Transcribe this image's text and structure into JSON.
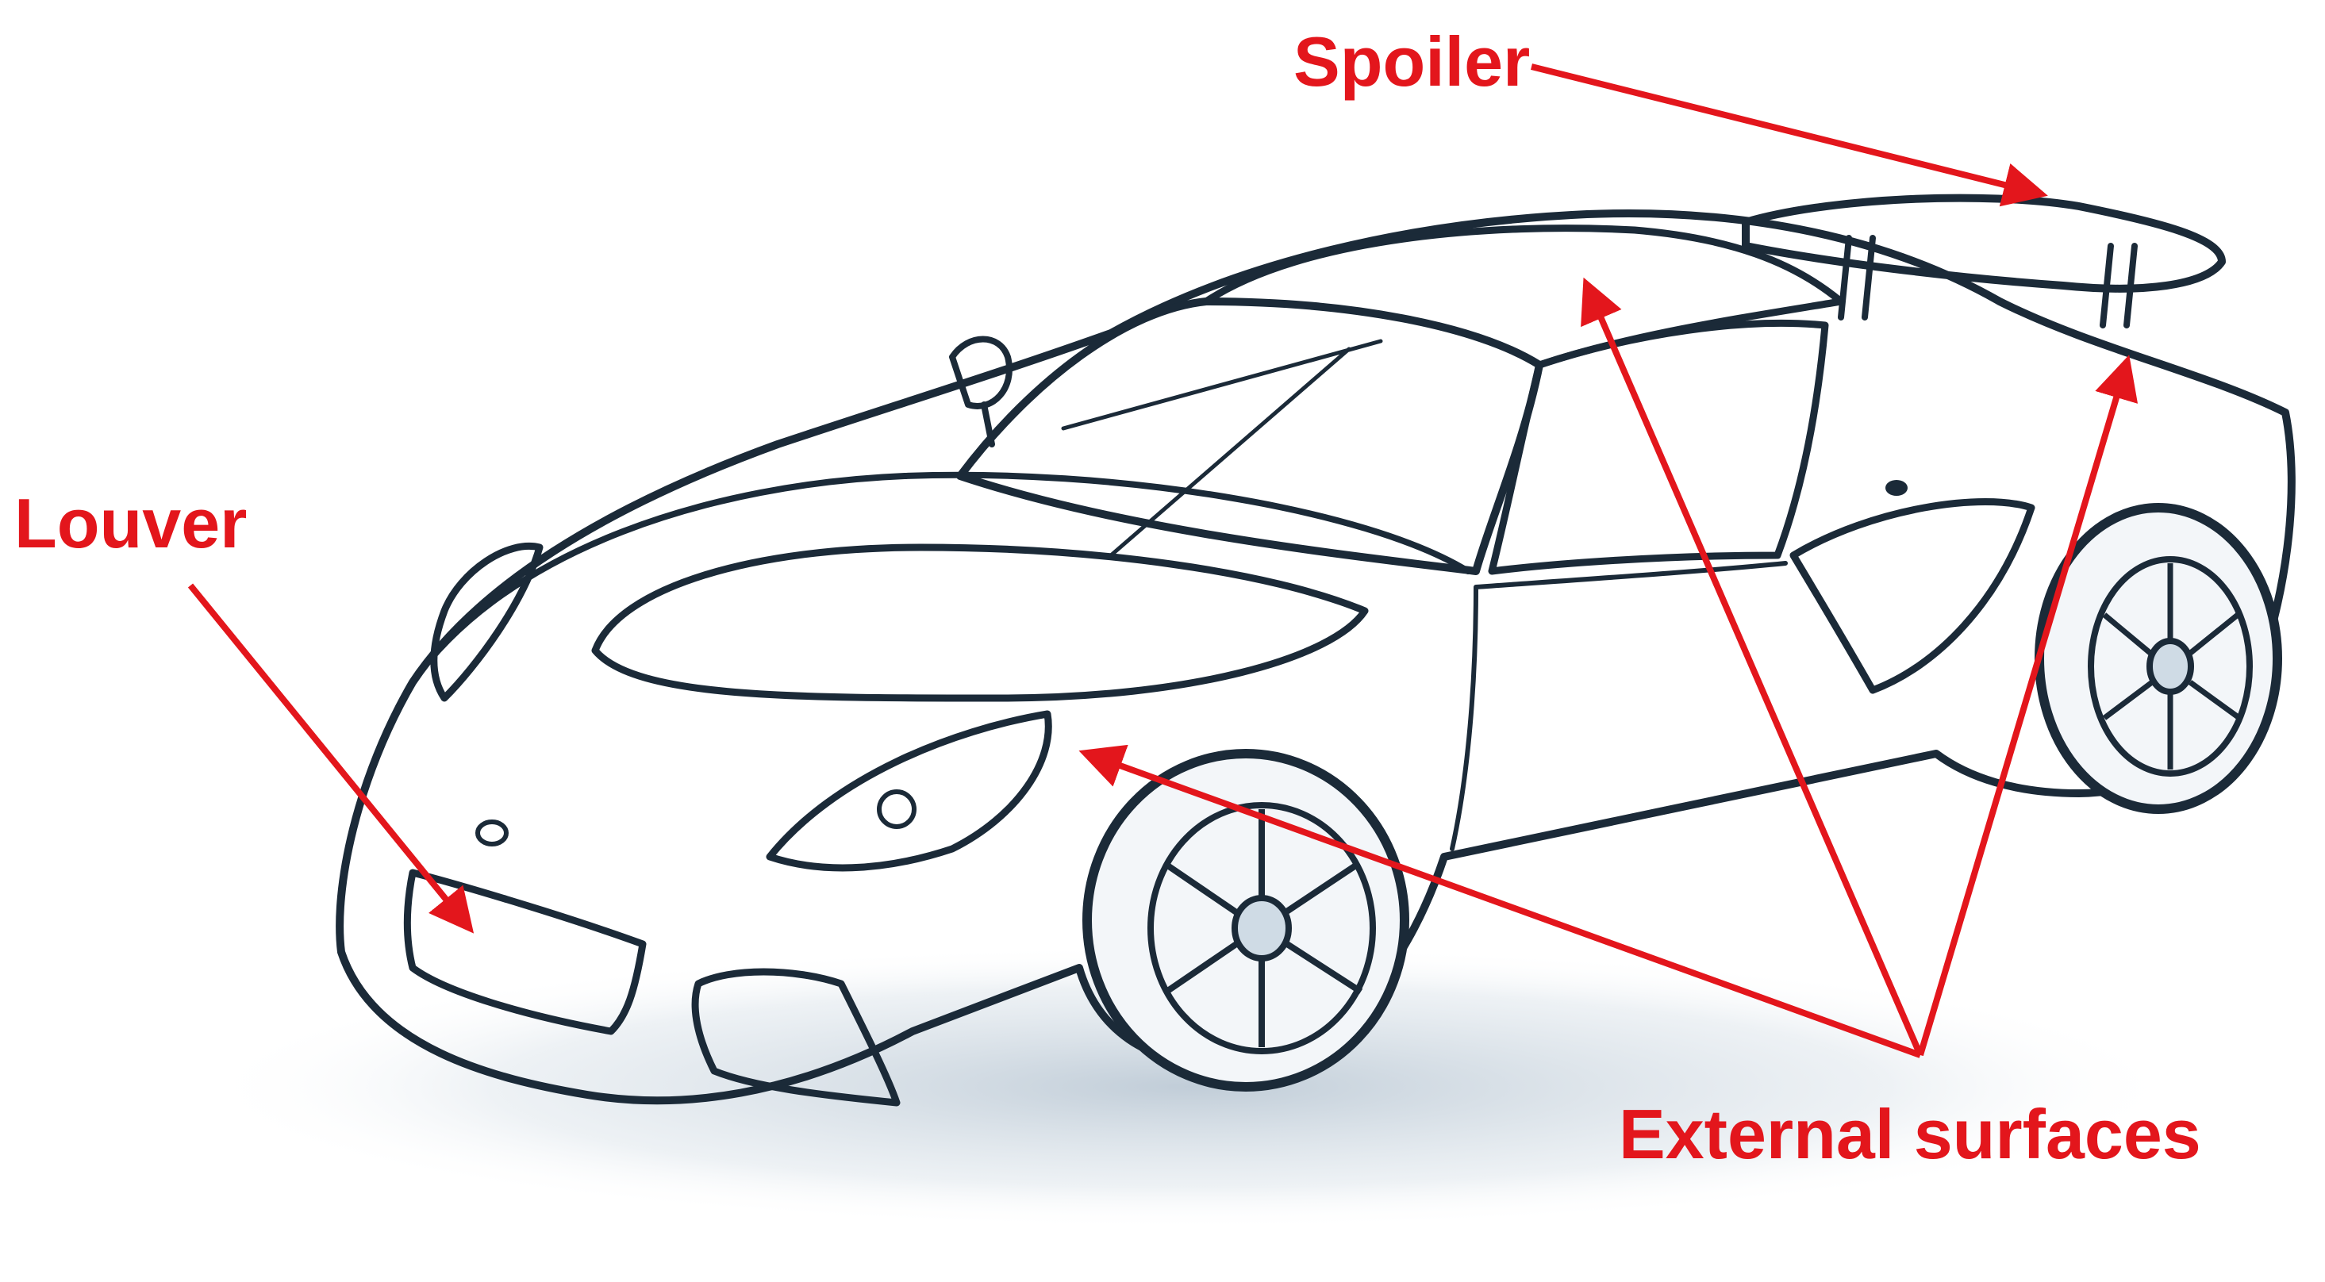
{
  "labels": {
    "spoiler": "Spoiler",
    "louver": "Louver",
    "external": "External surfaces"
  },
  "colors": {
    "annotation": "#e3161c",
    "outline": "#1b2a38",
    "shade": "#9fb3c4",
    "shade_light": "#dbe5ee"
  },
  "icons": {
    "car": "sports-car-sketch"
  }
}
